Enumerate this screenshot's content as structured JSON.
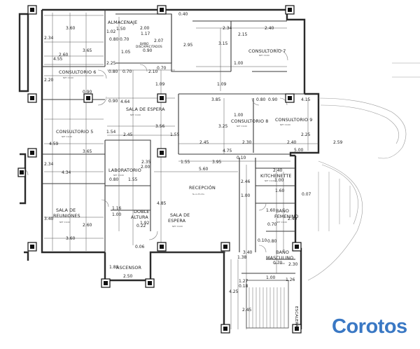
{
  "rooms": [
    {
      "id": "almacenaje",
      "label": "ALMACENAJE"
    },
    {
      "id": "bano",
      "label": "BAÑO"
    },
    {
      "id": "discapacitados",
      "label": "DISCAPACITADOS"
    },
    {
      "id": "consultorio7",
      "label": "CONSULTORIO 7"
    },
    {
      "id": "consultorio6",
      "label": "CONSULTORIO 6"
    },
    {
      "id": "sala-espera-1a",
      "label": "SALA DE ESPERA"
    },
    {
      "id": "consultorio5",
      "label": "CONSULTORIO 5"
    },
    {
      "id": "consultorio8",
      "label": "CONSULTORIO 8"
    },
    {
      "id": "consultorio9",
      "label": "CONSULTORIO 9"
    },
    {
      "id": "laboratorio",
      "label": "LABORATORIO"
    },
    {
      "id": "kitchenette",
      "label": "KITCHENETTE"
    },
    {
      "id": "recepcion",
      "label": "RECEPCIÓN"
    },
    {
      "id": "sala-reuniones-1",
      "label": "SALA DE"
    },
    {
      "id": "sala-reuniones-2",
      "label": "REUNIONES"
    },
    {
      "id": "doble-altura-1",
      "label": "DOBLE"
    },
    {
      "id": "doble-altura-2",
      "label": "ALTURA"
    },
    {
      "id": "sala-espera-2a",
      "label": "SALA DE"
    },
    {
      "id": "sala-espera-2b",
      "label": "ESPERA"
    },
    {
      "id": "bano-fem-1",
      "label": "BAÑO"
    },
    {
      "id": "bano-fem-2",
      "label": "FEMENINO"
    },
    {
      "id": "bano-masc-1",
      "label": "BAÑO"
    },
    {
      "id": "bano-masc-2",
      "label": "MASCULINO"
    },
    {
      "id": "ascensor",
      "label": "ASCENSOR"
    },
    {
      "id": "escalera",
      "label": "ESCALERA"
    }
  ],
  "dimensions": [
    "0.40",
    "3.60",
    "1.50",
    "1.02",
    "2.00",
    "1.17",
    "2.34",
    "2.40",
    "2.34",
    "2.15",
    "0.80",
    "0.70",
    "2.07",
    "2.95",
    "3.15",
    "2.60",
    "3.65",
    "1.05",
    "0.90",
    "4.55",
    "2.25",
    "1.00",
    "0.80",
    "0.70",
    "2.10",
    "0.70",
    "2.20",
    "1.09",
    "1.09",
    "0.90",
    "4.64",
    "0.90",
    "3.85",
    "0.80",
    "0.90",
    "4.15",
    "3.25",
    "1.00",
    "2.25",
    "1.54",
    "2.45",
    "3.56",
    "1.55",
    "4.59",
    "3.65",
    "2.45",
    "2.30",
    "2.40",
    "2.59",
    "4.75",
    "5.00",
    "2.34",
    "2.35",
    "0.10",
    "3.95",
    "1.55",
    "5.60",
    "2.40",
    "4.34",
    "2.00",
    "2.46",
    "0.80",
    "1.55",
    "1.00",
    "1.00",
    "1.60",
    "0.07",
    "1.16",
    "1.00",
    "1.92",
    "4.85",
    "1.60",
    "2.40",
    "3.40",
    "2.60",
    "0.22",
    "0.70",
    "0.10",
    "0.80",
    "3.60",
    "0.06",
    "1.38",
    "3.40",
    "1.80",
    "2.30",
    "0.70",
    "2.50",
    "1.27",
    "0.18",
    "1.26",
    "4.25",
    "2.45",
    "1.00"
  ],
  "labels_misc": {
    "nivel": "NPT ±0.00",
    "nivel_b": "N+1.25 mts"
  },
  "logo": "Corotos",
  "colors": {
    "logo": "#3a78c4",
    "walls": "#2a2a2a"
  }
}
